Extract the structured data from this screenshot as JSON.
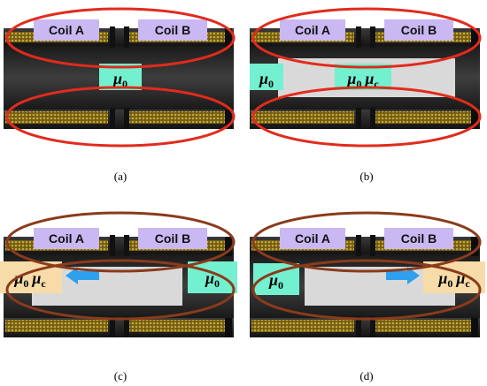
{
  "colors": {
    "coil_label_bg": "#c9b8f2",
    "mu_box_bg": "#73f0cf",
    "mu_box_warm_bg": "#f7dca9",
    "ellipse_red": "#e12b1c",
    "ellipse_brown": "#8a3b1c",
    "core_insert": "#d9d9d9",
    "arrow_blue": "#2f9fef",
    "winding": "#8c7418"
  },
  "panels": [
    {
      "caption": "(a)",
      "coil_a": "Coil A",
      "coil_b": "Coil B",
      "boxes": [
        {
          "id": "center",
          "sym": "μ",
          "sub": "0",
          "sub2": ""
        }
      ]
    },
    {
      "caption": "(b)",
      "coil_a": "Coil A",
      "coil_b": "Coil B",
      "boxes": [
        {
          "id": "left",
          "sym": "μ",
          "sub": "0",
          "sub2": ""
        },
        {
          "id": "center",
          "sym": "μ",
          "sub": "0",
          "sub2": "c"
        }
      ]
    },
    {
      "caption": "(c)",
      "coil_a": "Coil A",
      "coil_b": "Coil B",
      "arrow": "left",
      "boxes": [
        {
          "id": "left",
          "sym": "μ",
          "sub": "0",
          "sub2": "c"
        },
        {
          "id": "right",
          "sym": "μ",
          "sub": "0",
          "sub2": ""
        }
      ]
    },
    {
      "caption": "(d)",
      "coil_a": "Coil A",
      "coil_b": "Coil B",
      "arrow": "right",
      "boxes": [
        {
          "id": "left",
          "sym": "μ",
          "sub": "0",
          "sub2": ""
        },
        {
          "id": "right",
          "sym": "μ",
          "sub": "0",
          "sub2": "c"
        }
      ]
    }
  ]
}
